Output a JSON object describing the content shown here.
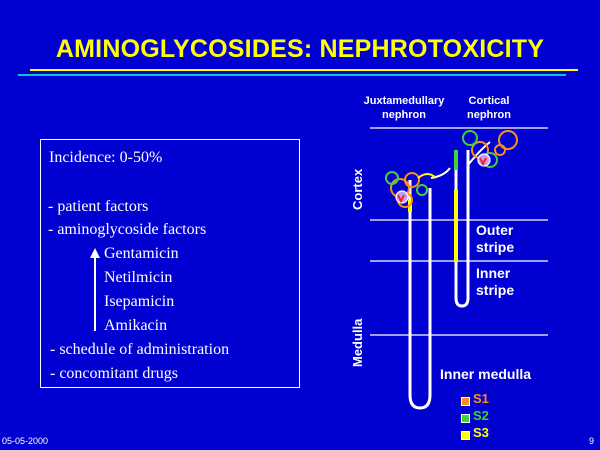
{
  "title": "AMINOGLYCOSIDES: NEPHROTOXICITY",
  "box": {
    "incidence": "Incidence: 0-50%",
    "lines": [
      "- patient factors",
      "- aminoglycoside factors"
    ],
    "drugs": [
      "Gentamicin",
      "Netilmicin",
      "Isepamicin",
      "Amikacin"
    ],
    "bottom_lines": [
      "-  schedule of administration",
      " - concomitant drugs"
    ]
  },
  "diagram": {
    "juxta_label": [
      "Juxtamedullary",
      "nephron"
    ],
    "cortical_label": [
      "Cortical",
      "nephron"
    ],
    "cortex": "Cortex",
    "medulla": "Medulla",
    "outer_stripe": [
      "Outer",
      "stripe"
    ],
    "inner_stripe": [
      "Inner",
      "stripe"
    ],
    "inner_medulla": "Inner medulla"
  },
  "legend": [
    {
      "label": "S1",
      "color": "#ff8c1a"
    },
    {
      "label": "S2",
      "color": "#40d040"
    },
    {
      "label": "S3",
      "color": "#ffff00"
    }
  ],
  "footer": {
    "date": "05-05-2000",
    "page": "9"
  }
}
